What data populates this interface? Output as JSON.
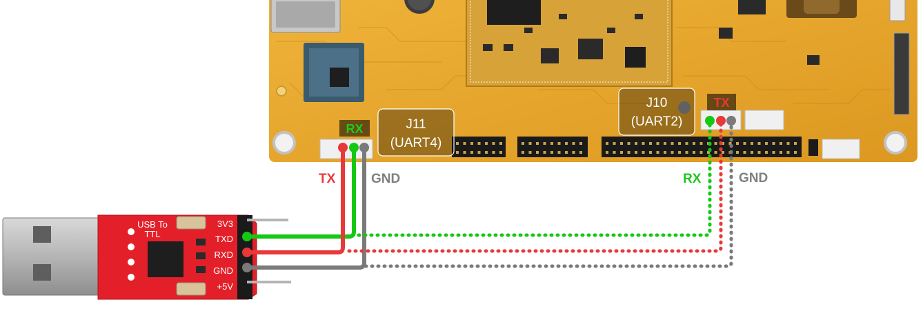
{
  "board": {
    "j11": {
      "line1": "J11",
      "line2": "(UART4)"
    },
    "j10": {
      "line1": "J10",
      "line2": "(UART2)"
    },
    "j11_pin_tag": "RX",
    "j10_pin_tag": "TX"
  },
  "wire_labels": {
    "left_tx": "TX",
    "left_gnd": "GND",
    "right_rx": "RX",
    "right_gnd": "GND"
  },
  "adapter": {
    "title_line1": "USB To",
    "title_line2": "TTL",
    "pins": [
      "3V3",
      "TXD",
      "RXD",
      "GND",
      "+5V"
    ]
  },
  "colors": {
    "board_pcb": "#e9a52a",
    "adapter_pcb": "#e3202a",
    "wire_green": "#14c814",
    "wire_red": "#e8383a",
    "wire_gray": "#7a7a7a",
    "label_red": "#e8383a",
    "label_green": "#1ec81e",
    "label_gray": "#7f7f7f"
  }
}
